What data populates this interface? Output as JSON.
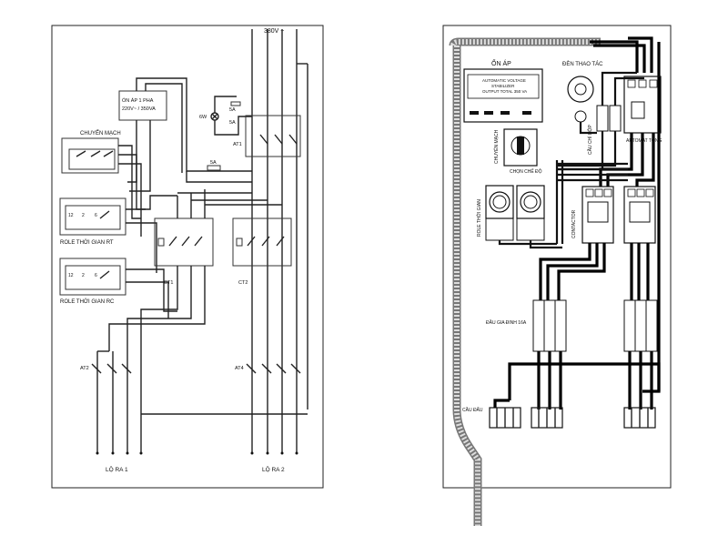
{
  "schematic": {
    "supply_label": "380V ~",
    "stabilizer_label_line1": "ỔN ÁP 1 PHA",
    "stabilizer_label_line2": "220V~ / 350VA",
    "lamp_label": "6W",
    "fuse_label_1": "5A",
    "fuse_label_2": "5A",
    "fuse_label_3": "5A",
    "selector_label": "CHUYỂN MẠCH",
    "relay1_label": "ROLE THỜI GIAN RT",
    "relay2_label": "ROLE THỜI GIAN RC",
    "contactor1_label": "CT1",
    "contactor2_label": "CT2",
    "breaker_main_label": "AT1",
    "breaker_out1_label": "AT2",
    "breaker_out2_label": "AT4",
    "output1_label": "LỘ RA 1",
    "output2_label": "LỘ RA 2"
  },
  "panel": {
    "stabilizer_title": "ỔN ÁP",
    "stabilizer_text_line1": "AUTOMATIC VOLTAGE",
    "stabilizer_text_line2": "STABILIZER",
    "stabilizer_text_line3": "OUTPUT TOTAL 350 VA",
    "pilot_lamp_label": "ĐÈN THAO TÁC",
    "fuse_label": "CẦU CHÌ HỘP",
    "main_breaker_label": "APTOMAT TỔNG",
    "selector_label": "CHUYỂN MẠCH",
    "selector_sub_label": "CHỌN CHẾ ĐỘ",
    "timer_label": "ROLE THỜI GIAN",
    "contactor_label": "CONTACTOR",
    "breaker_label": "ĐẦU GIA ĐINH 16A",
    "terminal_label": "CẦU ĐẤU"
  }
}
